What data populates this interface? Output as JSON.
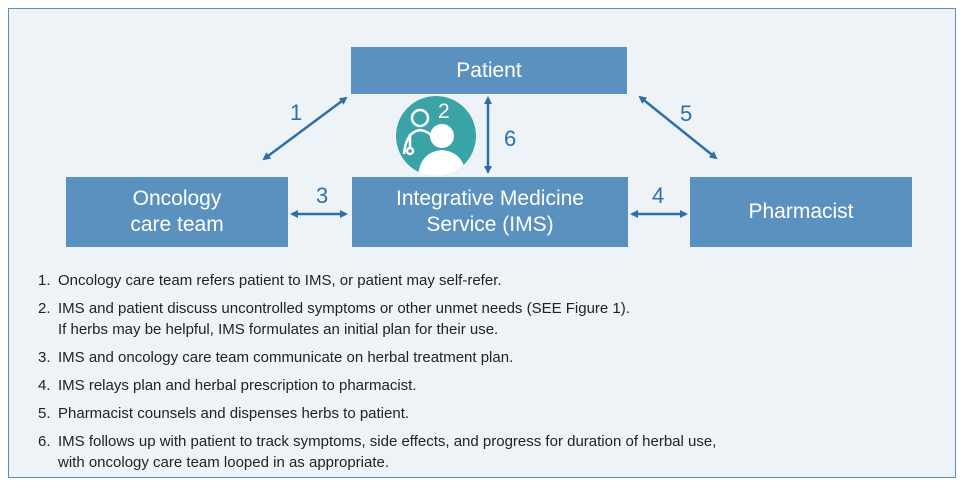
{
  "boxes": {
    "patient": "Patient",
    "oncology": "Oncology\ncare team",
    "ims": "Integrative Medicine\nService (IMS)",
    "pharmacist": "Pharmacist"
  },
  "step_numbers": [
    "1",
    "2",
    "3",
    "4",
    "5",
    "6"
  ],
  "icons": {
    "badge": "clinician-and-patient-icon"
  },
  "colors": {
    "box": "#5b91bf",
    "arrow": "#2f6fa8",
    "badge": "#3aa3a6",
    "panel": "#eef3f7"
  },
  "legend": [
    {
      "num": "1.",
      "text": "Oncology care team refers patient to IMS, or patient may self-refer."
    },
    {
      "num": "2.",
      "text": "IMS and patient discuss uncontrolled symptoms or other unmet needs (SEE Figure 1).\nIf herbs may be helpful, IMS formulates an initial plan for their use."
    },
    {
      "num": "3.",
      "text": "IMS and oncology care team communicate on herbal treatment plan."
    },
    {
      "num": "4.",
      "text": "IMS relays plan and herbal prescription to pharmacist."
    },
    {
      "num": "5.",
      "text": "Pharmacist counsels and dispenses herbs to patient."
    },
    {
      "num": "6.",
      "text": "IMS follows up with patient to track symptoms, side effects, and progress for duration of herbal use,\nwith oncology care team looped in as appropriate."
    }
  ]
}
